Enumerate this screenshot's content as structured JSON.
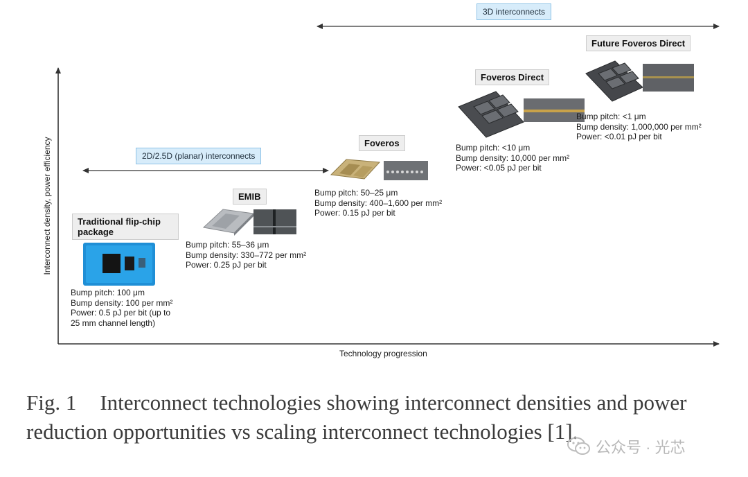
{
  "top_bracket": {
    "label": "3D interconnects"
  },
  "mid_bracket": {
    "label": "2D/2.5D (planar) interconnects"
  },
  "y_axis": {
    "label": "Interconnect density, power efficiency"
  },
  "x_axis": {
    "label": "Technology progression"
  },
  "technologies": [
    {
      "name": "Traditional flip-chip package",
      "specs": [
        "Bump pitch: 100 μm",
        "Bump density: 100 per mm²",
        "Power: 0.5 pJ per bit (up to",
        "25 mm channel length)"
      ]
    },
    {
      "name": "EMIB",
      "specs": [
        "Bump pitch: 55–36 μm",
        "Bump density: 330–772 per mm²",
        "Power: 0.25 pJ per bit"
      ]
    },
    {
      "name": "Foveros",
      "specs": [
        "Bump pitch: 50–25 μm",
        "Bump density: 400–1,600 per mm²",
        "Power: 0.15 pJ per bit"
      ]
    },
    {
      "name": "Foveros Direct",
      "specs": [
        "Bump pitch: <10 μm",
        "Bump density: 10,000 per mm²",
        "Power: <0.05 pJ per bit"
      ]
    },
    {
      "name": "Future Foveros Direct",
      "specs": [
        "Bump pitch: <1 μm",
        "Bump density: 1,000,000 per mm²",
        "Power: <0.01 pJ per bit"
      ]
    }
  ],
  "caption": {
    "number": "Fig. 1",
    "text": "Interconnect technologies showing interconnect densities and power reduction opportunities vs scaling interconnect technologies [1]."
  },
  "watermark": {
    "text": "公众号 · 光芯"
  },
  "colors": {
    "pill_fill": "#d7ecfa",
    "pill_border": "#8ec2e6",
    "axis": "#333333",
    "package_blue": "#1f8fd6"
  }
}
